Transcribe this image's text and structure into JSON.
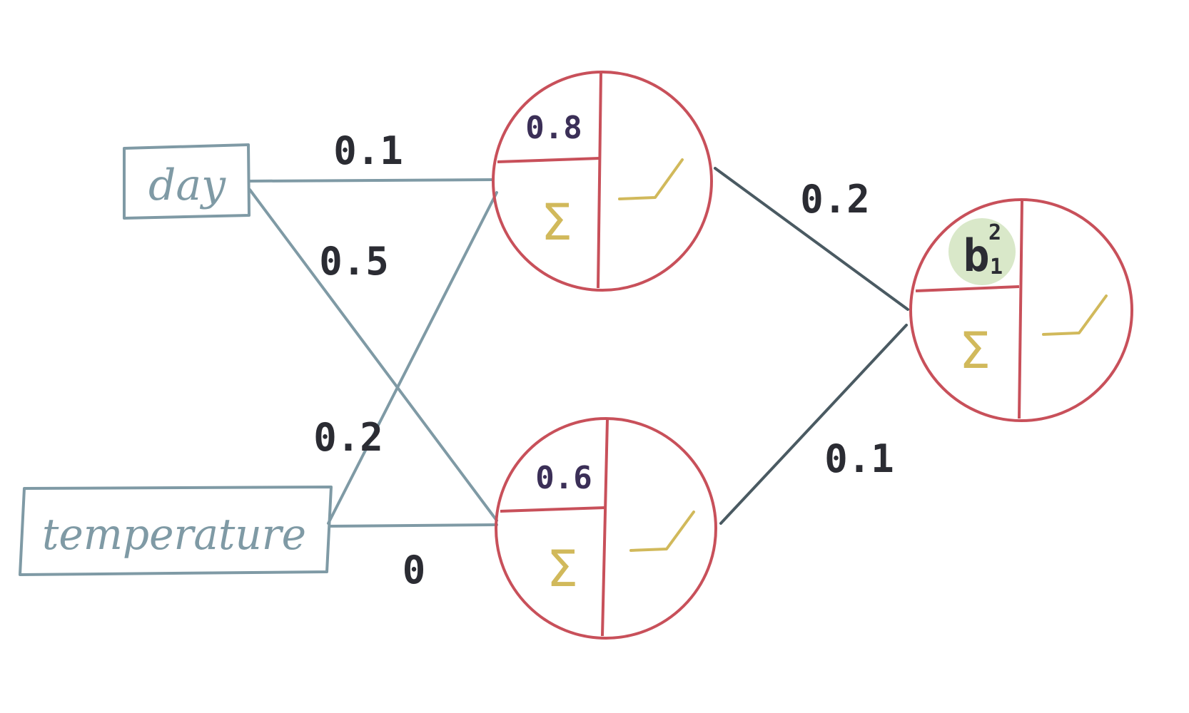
{
  "inputs": {
    "day": "day",
    "temperature": "temperature"
  },
  "weights": {
    "day_to_top": "0.1",
    "day_to_bottom": "0.5",
    "temperature_to_top": "0.2",
    "temperature_to_bottom": "0",
    "top_to_output": "0.2",
    "bottom_to_output": "0.1"
  },
  "neurons": {
    "top": {
      "bias": "0.8",
      "sum_symbol": "Σ",
      "activation": "relu"
    },
    "bottom": {
      "bias": "0.6",
      "sum_symbol": "Σ",
      "activation": "relu"
    },
    "output": {
      "bias_symbol": "b",
      "bias_superscript": "2",
      "bias_subscript": "1",
      "sum_symbol": "Σ",
      "activation": "relu",
      "highlight_color": "#d9e8c9"
    }
  },
  "colors": {
    "input_box": "#7f9aa5",
    "input_edges": "#7f9aa5",
    "output_edges": "#4a5a62",
    "neuron_outline": "#c8505a",
    "sigma": "#d1b95b",
    "activation": "#d1b95b",
    "bias_text": "#3b2f57",
    "weight_text": "#2b2c33"
  }
}
